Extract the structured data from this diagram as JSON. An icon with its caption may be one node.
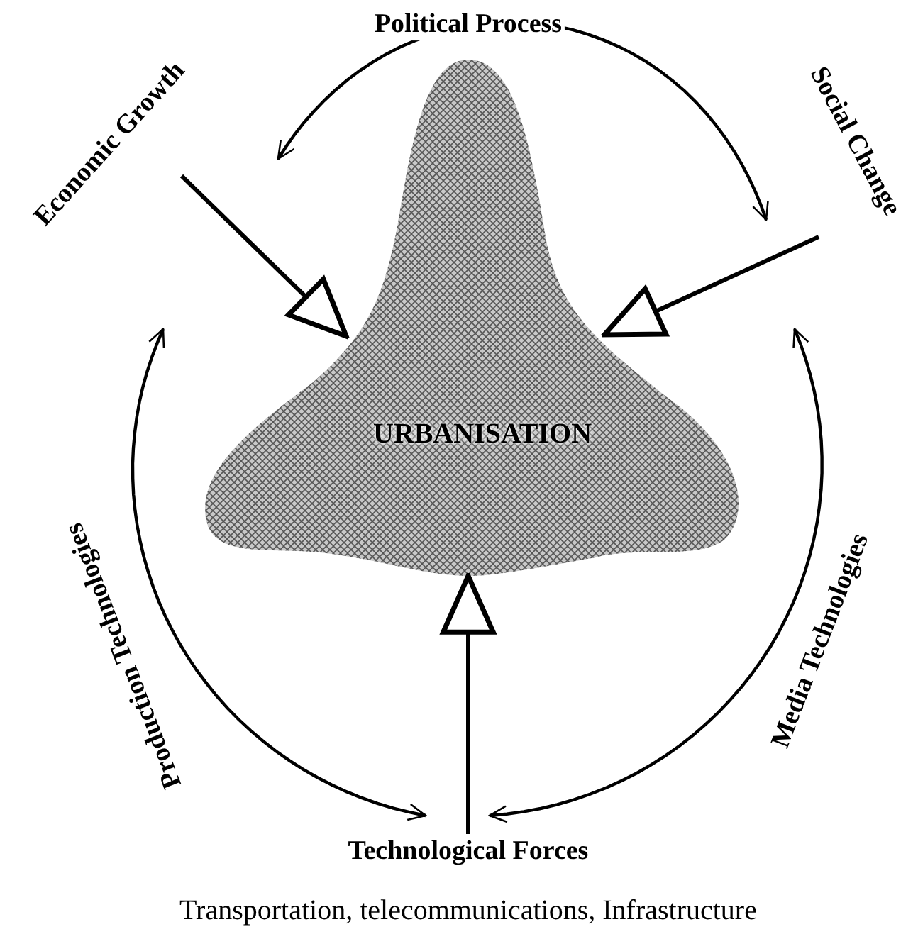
{
  "diagram": {
    "nodes": [
      {
        "text": [
          "Economic Growth"
        ]
      },
      {
        "text": [
          "Social Change"
        ]
      },
      {
        "text": [
          "URBANISATION"
        ]
      },
      {
        "text": [
          "Technological Forces"
        ],
        "beside": [
          "Transportation, telecommunications, Infrastructure"
        ]
      }
    ],
    "edges": [
      {
        "from": 0,
        "to": 2,
        "arrow": "to"
      },
      {
        "from": 1,
        "to": 2,
        "arrow": "to"
      },
      {
        "from": 3,
        "to": 2,
        "arrow": "to"
      },
      {
        "from": 0,
        "to": 1,
        "arrow": "both",
        "label": "Political Process"
      },
      {
        "from": 0,
        "to": 3,
        "arrow": "both",
        "label": "Production Technologies"
      },
      {
        "from": 1,
        "to": 3,
        "arrow": "both",
        "label": "Media Technologies"
      }
    ]
  }
}
